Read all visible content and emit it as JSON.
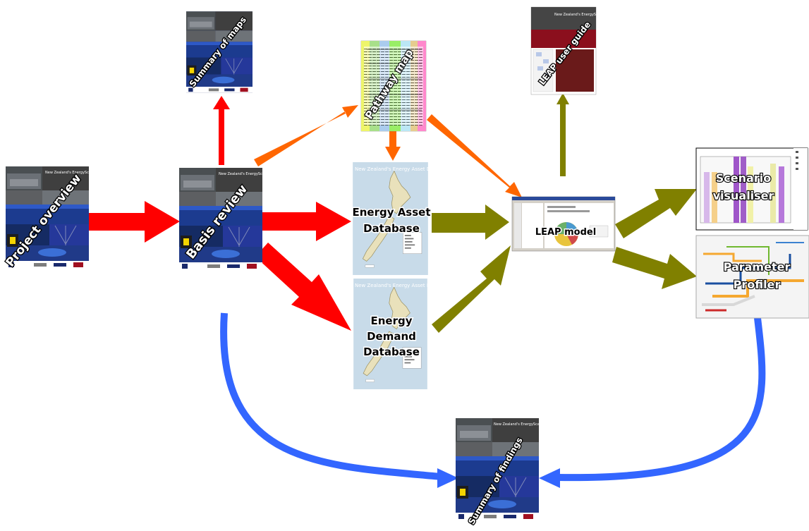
{
  "nodes": {
    "project_overview": {
      "label": "Project overview",
      "cover_title": "New Zealand's EnergyScape"
    },
    "basis_review": {
      "label": "Basis review",
      "cover_title": "New Zealand's EnergyScape"
    },
    "summary_of_maps": {
      "label": "Summary of maps",
      "cover_title": "New Zealand's EnergyScape"
    },
    "pathway_map": {
      "label": "Pathway map"
    },
    "leap_user_guide": {
      "label": "LEAP user guide",
      "cover_title": "New Zealand's EnergyScape"
    },
    "energy_asset_database": {
      "line1": "Energy Asset",
      "line2": "Database",
      "map_title": "New Zealand's Energy Asset Database"
    },
    "energy_demand_database": {
      "line1": "Energy",
      "line2": "Demand",
      "line3": "Database",
      "map_title": "New Zealand's Energy Asset Database"
    },
    "leap_model": {
      "label": "LEAP model"
    },
    "scenario_visualiser": {
      "line1": "Scenario",
      "line2": "visualiser"
    },
    "parameter_profiler": {
      "line1": "Parameter",
      "line2": "Profiler"
    },
    "summary_of_findings": {
      "label": "Summary of findings",
      "cover_title": "New Zealand's EnergyScape"
    }
  },
  "colors": {
    "red_arrow": "#ff0000",
    "orange_arrow": "#ff6600",
    "olive_arrow": "#808000",
    "blue_arrow": "#3366ff"
  }
}
